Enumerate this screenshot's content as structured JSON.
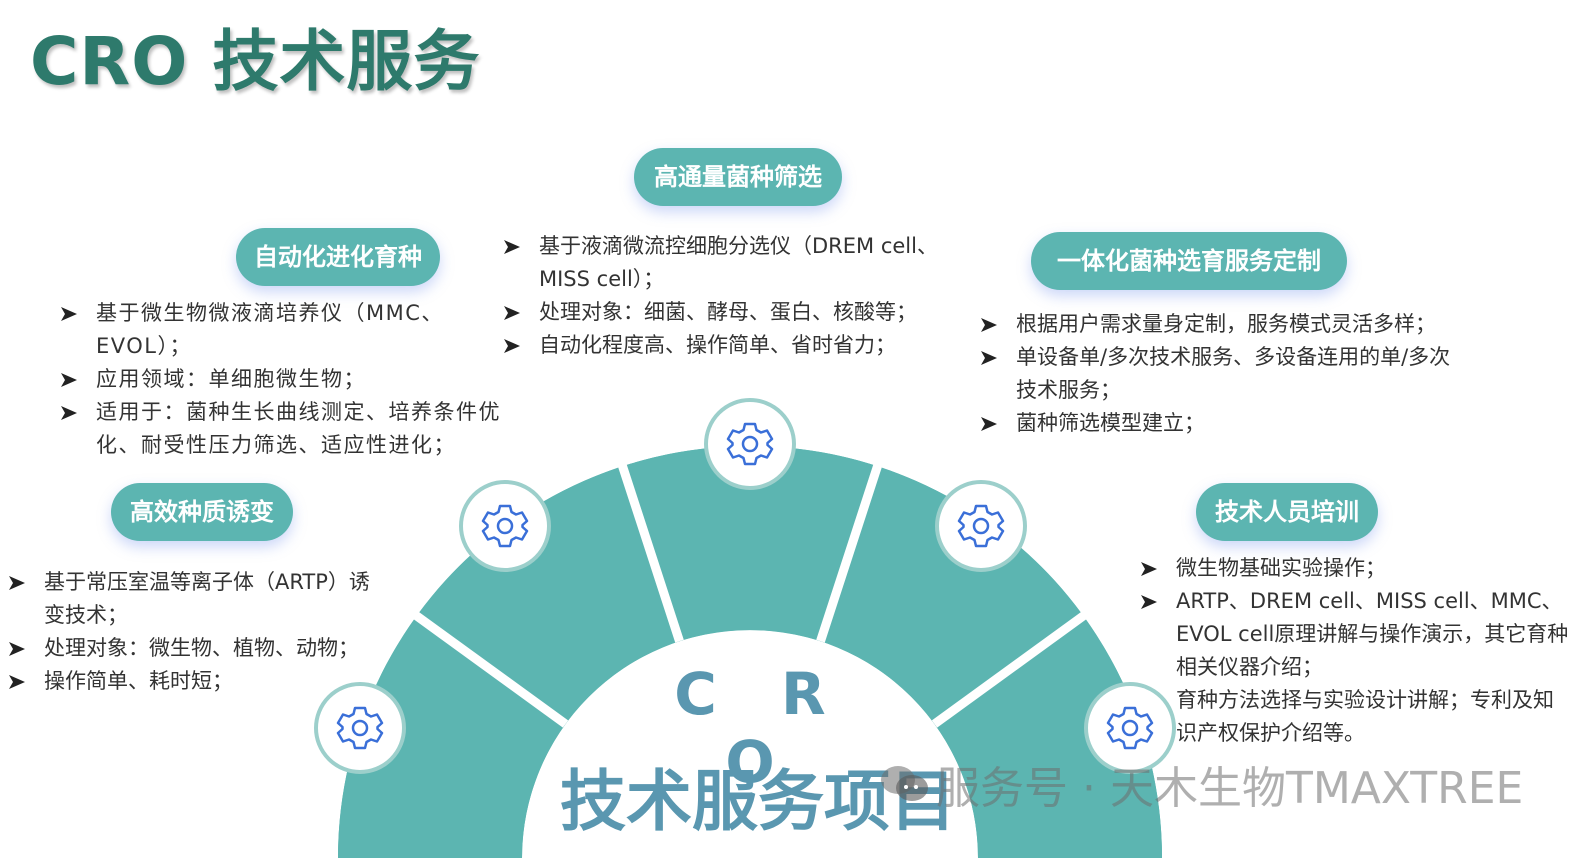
{
  "title": "CRO 技术服务",
  "colors": {
    "title": "#2e7a6c",
    "accent_teal": "#5cb5b1",
    "gear_blue": "#3a6fd8",
    "center_text": "#5a97b0",
    "body_text": "#333333"
  },
  "center": {
    "line1": "C R O",
    "line2": "技术服务项目",
    "gear_icon_count": 5
  },
  "sections": [
    {
      "id": "automated-evolution",
      "label": "自动化进化育种",
      "bullets": [
        "基于微生物微液滴培养仪（MMC、EVOL）；",
        "应用领域：单细胞微生物；",
        "适用于：菌种生长曲线测定、培养条件优化、耐受性压力筛选、适应性进化；"
      ]
    },
    {
      "id": "high-throughput-screening",
      "label": "高通量菌种筛选",
      "bullets": [
        "基于液滴微流控细胞分选仪（DREM cell、MISS cell）；",
        "处理对象：细菌、酵母、蛋白、核酸等；",
        "自动化程度高、操作简单、省时省力；"
      ]
    },
    {
      "id": "integrated-custom-service",
      "label": "一体化菌种选育服务定制",
      "bullets": [
        "根据用户需求量身定制，服务模式灵活多样；",
        "单设备单/多次技术服务、多设备连用的单/多次技术服务；",
        "菌种筛选模型建立；"
      ]
    },
    {
      "id": "efficient-mutagenesis",
      "label": "高效种质诱变",
      "bullets": [
        "基于常压室温等离子体（ARTP）诱变技术；",
        "处理对象：微生物、植物、动物；",
        "操作简单、耗时短；"
      ]
    },
    {
      "id": "technician-training",
      "label": "技术人员培训",
      "bullets": [
        "微生物基础实验操作；",
        "ARTP、DREM cell、MISS cell、MMC、EVOL cell原理讲解与操作演示，其它育种相关仪器介绍；"
      ],
      "extra_text": "育种方法选择与实验设计讲解；专利及知识产权保护介绍等。"
    }
  ],
  "watermark": "服务号 · 天木生物TMAXTREE"
}
